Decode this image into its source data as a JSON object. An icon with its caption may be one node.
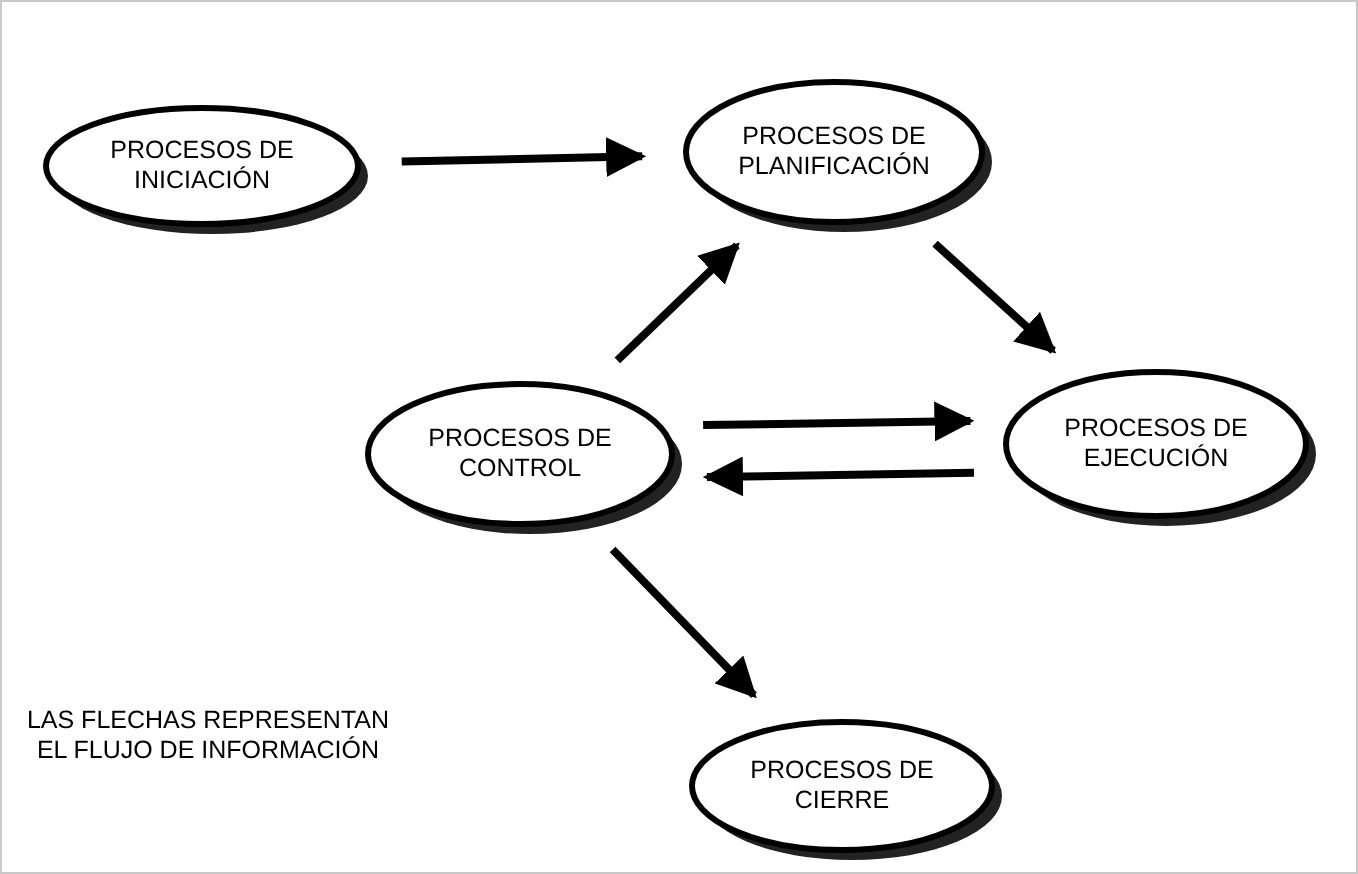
{
  "diagram": {
    "nodes": [
      {
        "text": [
          "PROCESOS DE INICIACIÓN"
        ]
      },
      {
        "text": [
          "PROCESOS DE PLANIFICACIÓN"
        ]
      },
      {
        "text": [
          "PROCESOS DE CONTROL"
        ]
      },
      {
        "text": [
          "PROCESOS DE EJECUCIÓN"
        ]
      },
      {
        "text": [
          "PROCESOS DE CIERRE"
        ]
      }
    ],
    "edges": [
      {
        "from": 0,
        "to": 1,
        "arrow": "to"
      },
      {
        "from": 1,
        "to": 3,
        "arrow": "to"
      },
      {
        "from": 2,
        "to": 1,
        "arrow": "to"
      },
      {
        "from": 2,
        "to": 3,
        "arrow": "to"
      },
      {
        "from": 3,
        "to": 2,
        "arrow": "to"
      },
      {
        "from": 2,
        "to": 4,
        "arrow": "to"
      }
    ],
    "labels": [
      "LAS FLECHAS REPRESENTAN EL FLUJO DE INFORMACIÓN"
    ]
  }
}
